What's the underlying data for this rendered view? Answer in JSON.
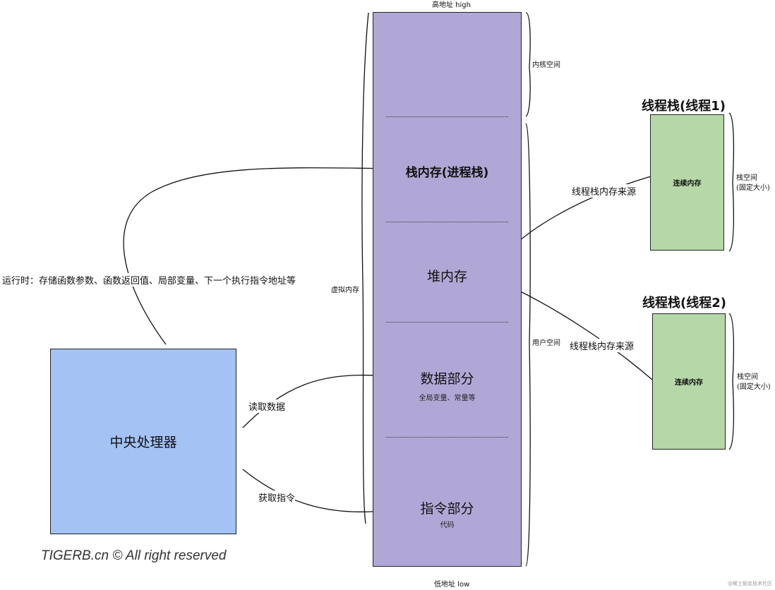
{
  "memory": {
    "top_label": "高地址 high",
    "bottom_label": "低地址 low",
    "virtual_label": "虚拟内存",
    "kernel_label": "内核空间",
    "user_label": "用户空间",
    "stack": "栈内存(进程栈)",
    "heap": "堆内存",
    "data": "数据部分",
    "data_sub": "全局变量、常量等",
    "code": "指令部分",
    "code_sub": "代码"
  },
  "cpu": {
    "label": "中央处理器"
  },
  "edges": {
    "runtime": "运行时：存储函数参数、函数返回值、局部变量、下一个执行指令地址等",
    "read_data": "读取数据",
    "fetch_instr": "获取指令",
    "thread_src_1": "线程栈内存来源",
    "thread_src_2": "线程栈内存来源"
  },
  "threads": [
    {
      "title": "线程栈(线程1)",
      "body": "连续内存",
      "side_1": "栈空间",
      "side_2": "(固定大小)"
    },
    {
      "title": "线程栈(线程2)",
      "body": "连续内存",
      "side_1": "栈空间",
      "side_2": "(固定大小)"
    }
  ],
  "watermark": "TIGERB.cn © All right reserved",
  "footer_mark": "@稀土掘金技术社区",
  "colors": {
    "memory": "#b1a7d6",
    "cpu": "#a4c2f4",
    "thread": "#b6d7a8"
  }
}
